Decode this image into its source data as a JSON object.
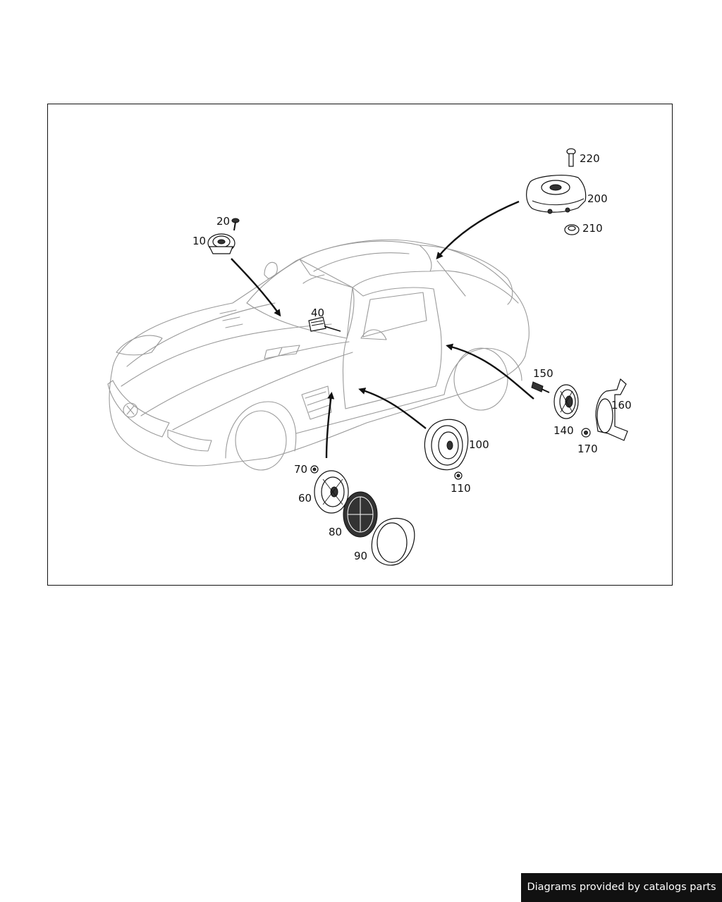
{
  "diagram": {
    "callouts": [
      {
        "id": "c10",
        "label": "10"
      },
      {
        "id": "c20",
        "label": "20"
      },
      {
        "id": "c40",
        "label": "40"
      },
      {
        "id": "c60",
        "label": "60"
      },
      {
        "id": "c70",
        "label": "70"
      },
      {
        "id": "c80",
        "label": "80"
      },
      {
        "id": "c90",
        "label": "90"
      },
      {
        "id": "c100",
        "label": "100"
      },
      {
        "id": "c110",
        "label": "110"
      },
      {
        "id": "c140",
        "label": "140"
      },
      {
        "id": "c150",
        "label": "150"
      },
      {
        "id": "c160",
        "label": "160"
      },
      {
        "id": "c170",
        "label": "170"
      },
      {
        "id": "c200",
        "label": "200"
      },
      {
        "id": "c210",
        "label": "210"
      },
      {
        "id": "c220",
        "label": "220"
      }
    ]
  },
  "footer": {
    "credit": "Diagrams provided by catalogs parts"
  }
}
